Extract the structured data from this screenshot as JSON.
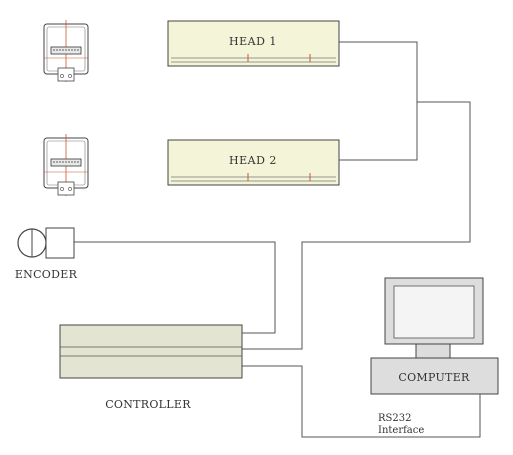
{
  "heads": [
    {
      "label": "HEAD  1"
    },
    {
      "label": "HEAD  2"
    }
  ],
  "encoder": {
    "label": "ENCODER"
  },
  "controller": {
    "label": "CONTROLLER"
  },
  "computer": {
    "label": "COMPUTER"
  },
  "interface": {
    "line1": "RS232",
    "line2": "Interface"
  },
  "colors": {
    "panel_fill": "#f4f4d8",
    "controller_fill": "#e4e4d2",
    "computer_fill": "#dddddd",
    "screen_fill": "#f4f4f4",
    "line": "#555555",
    "red_mark": "#cc5533"
  }
}
